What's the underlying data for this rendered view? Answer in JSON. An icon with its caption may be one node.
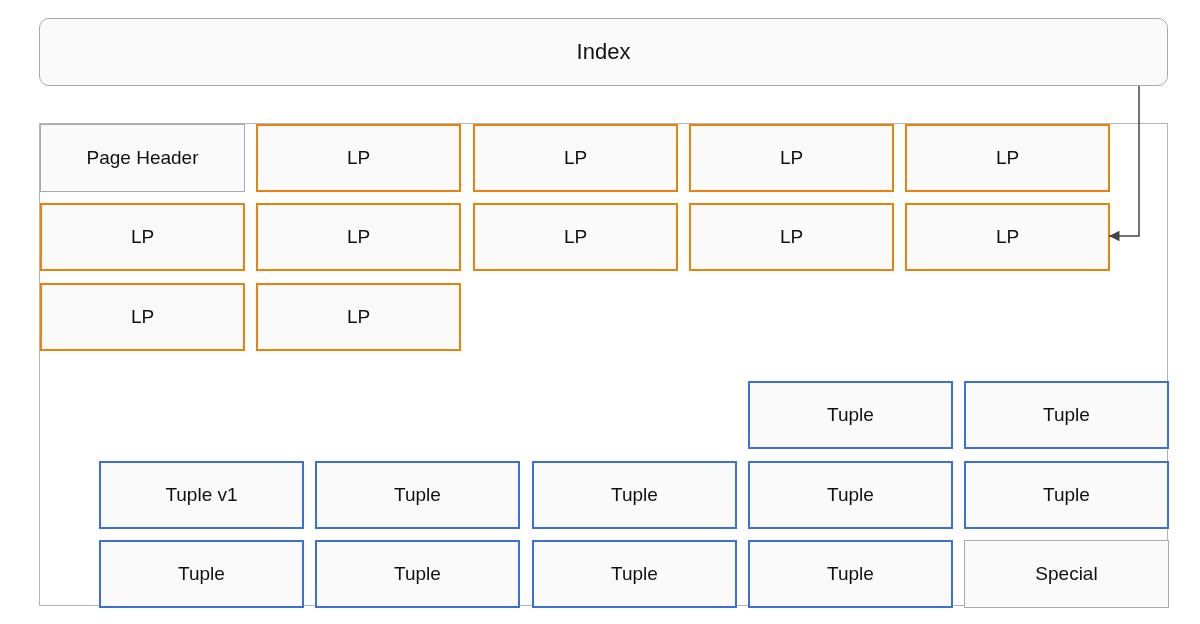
{
  "diagram": {
    "nodes": [
      {
        "text": [
          "Index"
        ]
      },
      {
        "text": [],
        "shape": "box"
      },
      {
        "text": [
          "Page Header"
        ],
        "in": 1
      },
      {
        "text": [
          "LP"
        ],
        "in": 1
      },
      {
        "text": [
          "LP"
        ],
        "in": 1
      },
      {
        "text": [
          "LP"
        ],
        "in": 1
      },
      {
        "text": [
          "LP"
        ],
        "in": 1
      },
      {
        "text": [
          "LP"
        ],
        "in": 1
      },
      {
        "text": [
          "LP"
        ],
        "in": 1
      },
      {
        "text": [
          "LP"
        ],
        "in": 1
      },
      {
        "text": [
          "LP"
        ],
        "in": 1
      },
      {
        "text": [
          "LP"
        ],
        "in": 1
      },
      {
        "text": [
          "LP"
        ],
        "in": 1
      },
      {
        "text": [
          "LP"
        ],
        "in": 1
      },
      {
        "text": [
          "Tuple"
        ],
        "in": 1
      },
      {
        "text": [
          "Tuple"
        ],
        "in": 1
      },
      {
        "text": [
          "Tuple v1"
        ],
        "in": 1
      },
      {
        "text": [
          "Tuple"
        ],
        "in": 1
      },
      {
        "text": [
          "Tuple"
        ],
        "in": 1
      },
      {
        "text": [
          "Tuple"
        ],
        "in": 1
      },
      {
        "text": [
          "Tuple"
        ],
        "in": 1
      },
      {
        "text": [
          "Tuple"
        ],
        "in": 1
      },
      {
        "text": [
          "Tuple"
        ],
        "in": 1
      },
      {
        "text": [
          "Tuple"
        ],
        "in": 1
      },
      {
        "text": [
          "Tuple"
        ],
        "in": 1
      },
      {
        "text": [
          "Special"
        ],
        "in": 1
      }
    ],
    "edges": [
      {
        "from": 0,
        "to": 11,
        "arrow": "to"
      }
    ]
  }
}
